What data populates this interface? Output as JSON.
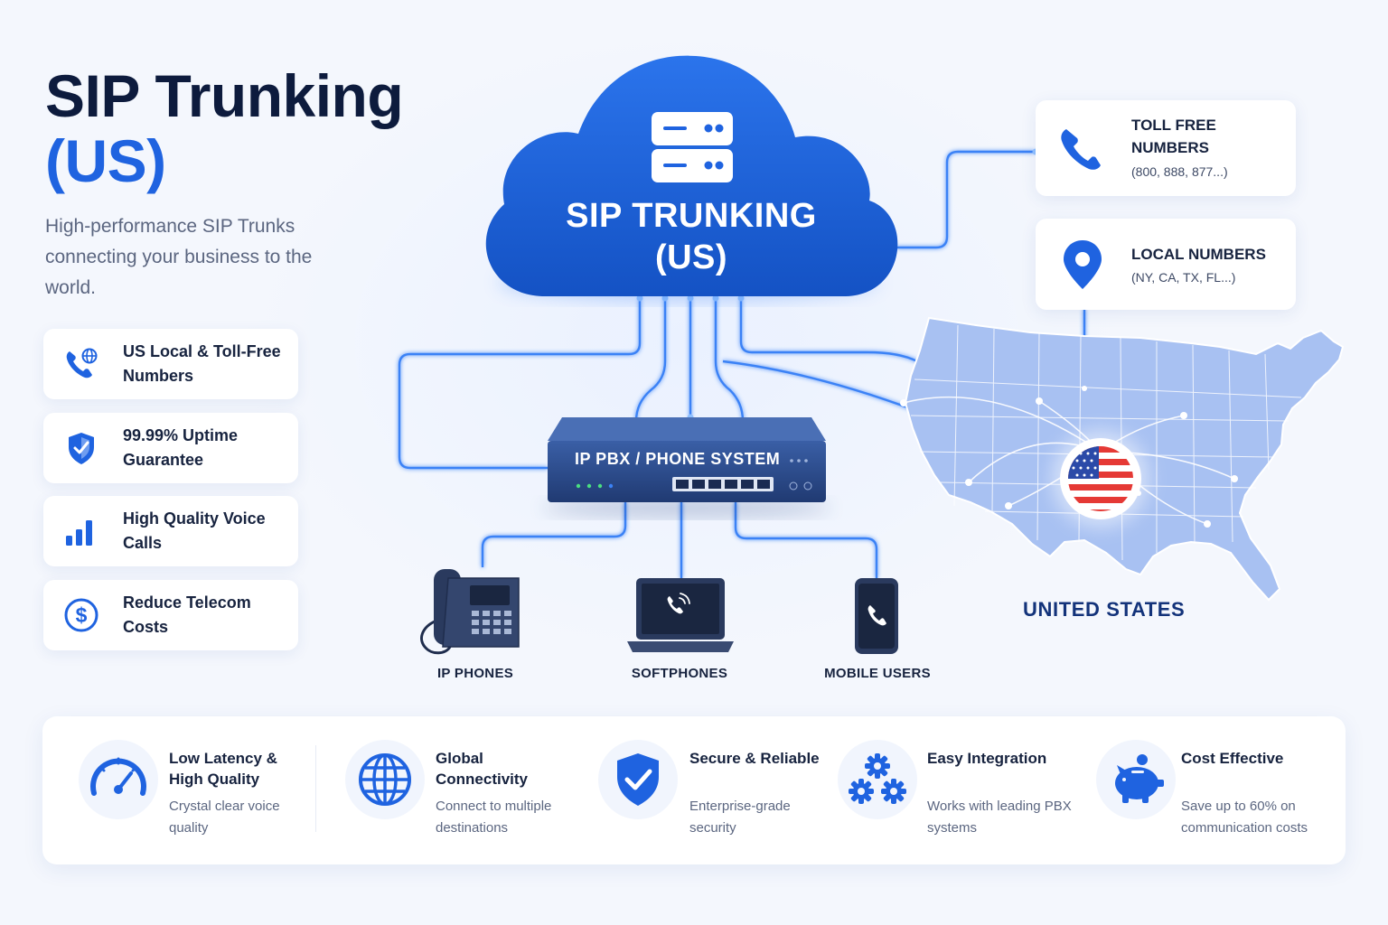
{
  "hero": {
    "title": "SIP Trunking",
    "subtitle": "(US)",
    "description": "High-performance SIP Trunks connecting your business to the world."
  },
  "features": [
    {
      "label": "US Local & Toll-Free Numbers",
      "icon": "phone-globe-icon"
    },
    {
      "label": "99.99% Uptime Guarantee",
      "icon": "shield-icon"
    },
    {
      "label": "High Quality Voice Calls",
      "icon": "signal-bars-icon"
    },
    {
      "label": "Reduce Telecom Costs",
      "icon": "dollar-icon"
    }
  ],
  "cloud": {
    "line1": "SIP TRUNKING",
    "line2": "(US)",
    "icon": "server-icon"
  },
  "pbx": {
    "label": "IP PBX / PHONE SYSTEM"
  },
  "endpoints": [
    {
      "label": "IP PHONES",
      "icon": "desk-phone-icon"
    },
    {
      "label": "SOFTPHONES",
      "icon": "laptop-phone-icon"
    },
    {
      "label": "MOBILE USERS",
      "icon": "mobile-phone-icon"
    }
  ],
  "numbers": {
    "toll_free": {
      "title": "TOLL FREE NUMBERS",
      "sub": "(800, 888, 877...)",
      "icon": "phone-icon"
    },
    "local": {
      "title": "LOCAL NUMBERS",
      "sub": "(NY, CA, TX, FL...)",
      "icon": "location-pin-icon"
    }
  },
  "map": {
    "label": "UNITED STATES",
    "icon": "us-flag-icon"
  },
  "benefits": [
    {
      "title": "Low Latency & High Quality",
      "desc": "Crystal clear voice quality",
      "icon": "speedometer-icon"
    },
    {
      "title": "Global Connectivity",
      "desc": "Connect to multiple destinations",
      "icon": "globe-icon"
    },
    {
      "title": "Secure & Reliable",
      "desc": "Enterprise-grade security",
      "icon": "shield-check-icon"
    },
    {
      "title": "Easy Integration",
      "desc": "Works with leading PBX systems",
      "icon": "gears-icon"
    },
    {
      "title": "Cost Effective",
      "desc": "Save up to 60% on communication costs",
      "icon": "piggy-bank-icon"
    }
  ],
  "colors": {
    "primary": "#1f63e0",
    "dark": "#0d1b3d",
    "cloud": "#1e62d8",
    "map": "#a8c1f2"
  }
}
